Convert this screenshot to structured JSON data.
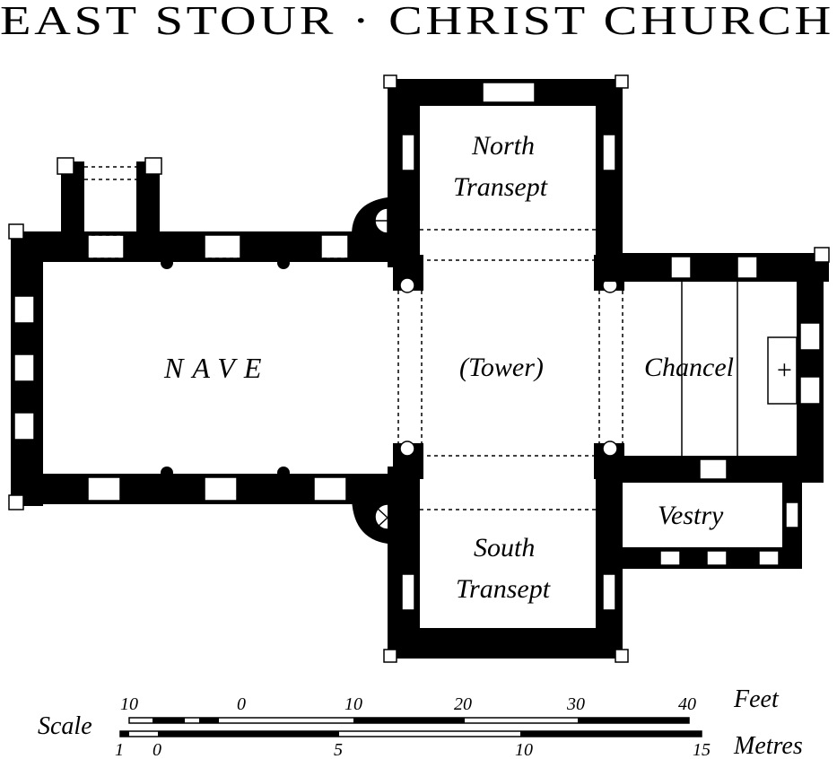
{
  "title": "EAST STOUR · CHRIST CHURCH",
  "rooms": {
    "nave": "NAVE",
    "north_transept_line1": "North",
    "north_transept_line2": "Transept",
    "tower": "(Tower)",
    "chancel": "Chancel",
    "altar_cross": "+",
    "vestry": "Vestry",
    "south_transept_line1": "South",
    "south_transept_line2": "Transept"
  },
  "scale": {
    "label": "Scale",
    "feet_unit": "Feet",
    "metres_unit": "Metres",
    "feet_ticks": [
      "10",
      "0",
      "10",
      "20",
      "30",
      "40"
    ],
    "metre_ticks": [
      "1",
      "0",
      "5",
      "10",
      "15"
    ]
  }
}
